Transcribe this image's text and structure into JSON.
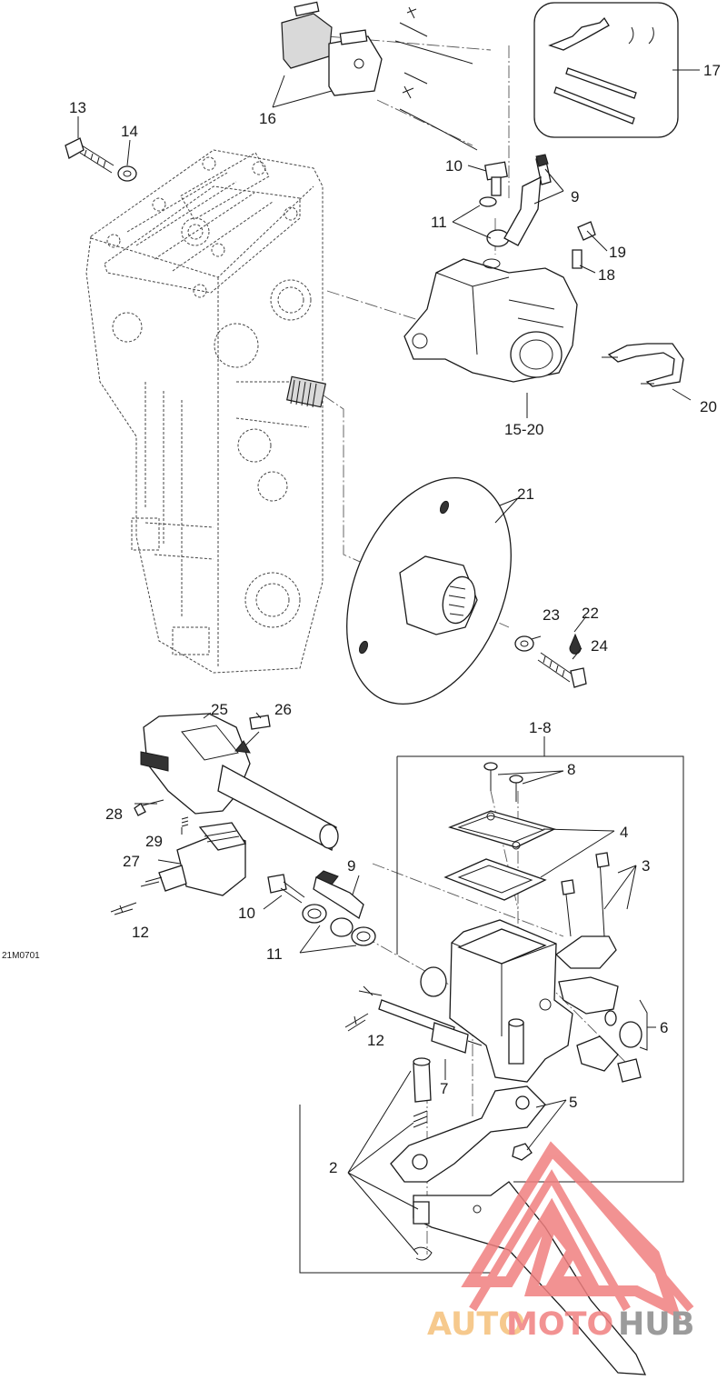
{
  "diagram": {
    "drawing_code": "21M0701",
    "callouts": {
      "c1_8": "1-8",
      "c2": "2",
      "c3": "3",
      "c4": "4",
      "c5": "5",
      "c6": "6",
      "c7": "7",
      "c8": "8",
      "c9a": "9",
      "c9b": "9",
      "c10a": "10",
      "c10b": "10",
      "c11a": "11",
      "c11b": "11",
      "c12a": "12",
      "c12b": "12",
      "c13": "13",
      "c14": "14",
      "c15_20": "15-20",
      "c16": "16",
      "c17": "17",
      "c18": "18",
      "c19": "19",
      "c20": "20",
      "c21": "21",
      "c22": "22",
      "c23": "23",
      "c24": "24",
      "c25": "25",
      "c26": "26",
      "c27": "27",
      "c28": "28",
      "c29": "29"
    }
  },
  "watermark": {
    "word_auto": "AUTO",
    "word_moto": "MOTO",
    "word_hub": "HUB",
    "color_primary": "#f08080",
    "color_secondary": "#8a8a8a"
  }
}
